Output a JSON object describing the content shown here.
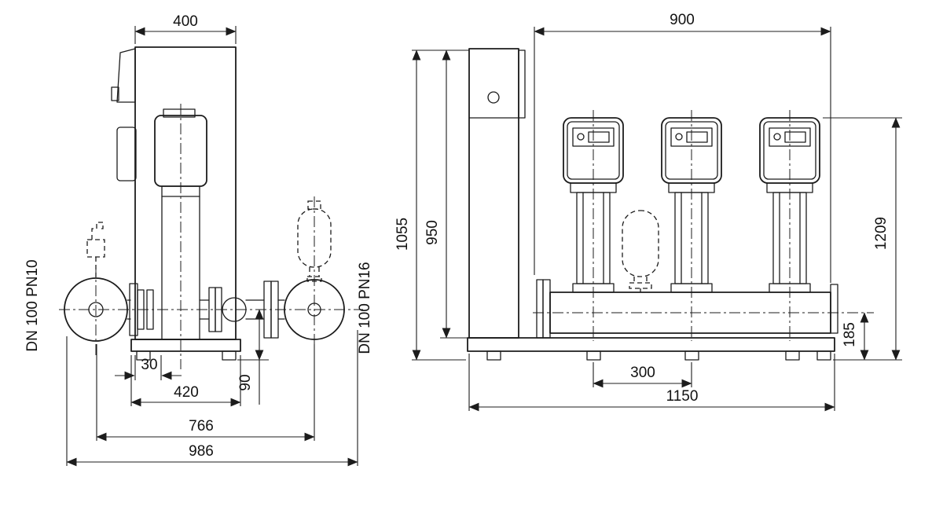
{
  "page": {
    "background": "#ffffff",
    "line_color": "#1c1c1c"
  },
  "side_view": {
    "port_left_label": "DN 100 PN10",
    "port_right_label": "DN 100 PN16",
    "dims": {
      "top_width": "400",
      "foot_offset": "30",
      "base_width": "420",
      "port_height": "90",
      "port_span": "766",
      "overall_width": "986"
    }
  },
  "front_view": {
    "dims": {
      "manifold_span": "900",
      "total_height": "1055",
      "cabinet_height": "950",
      "pump_height": "1209",
      "manifold_center_height": "185",
      "pump_spacing": "300",
      "base_length": "1150"
    }
  }
}
